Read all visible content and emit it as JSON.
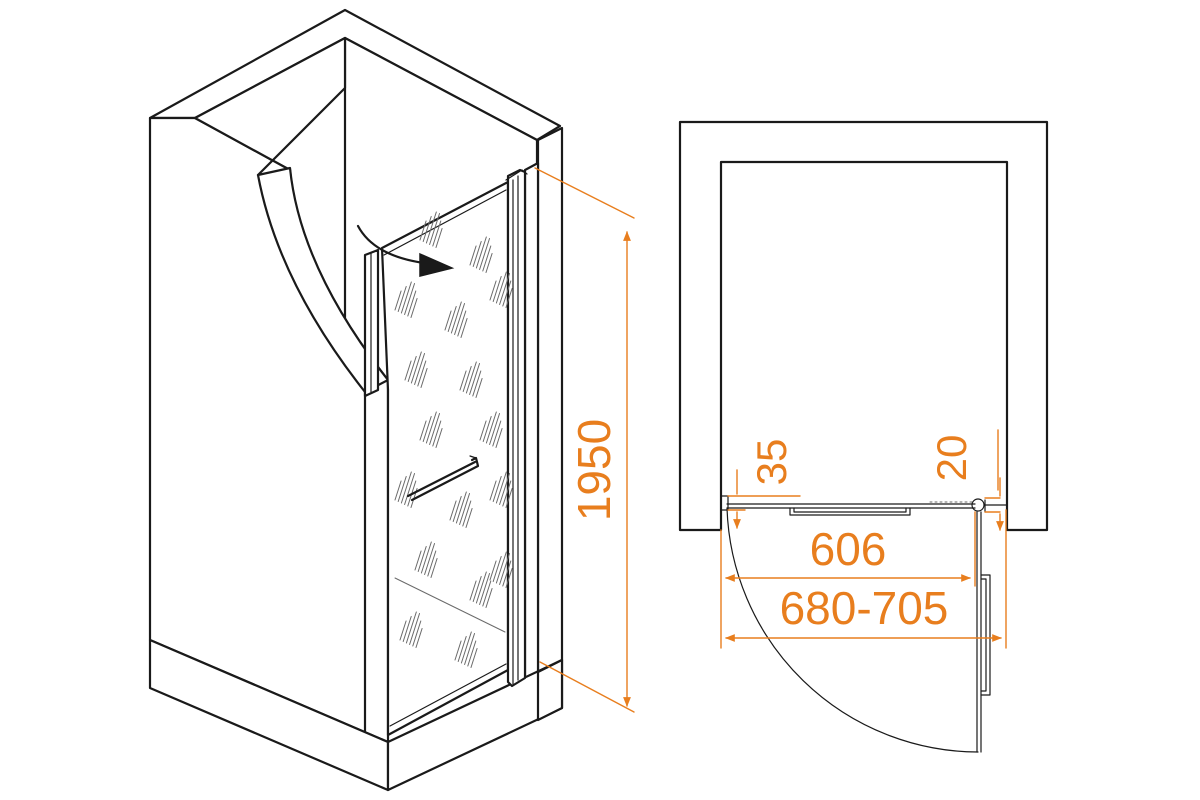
{
  "dimensions": {
    "height": "1950",
    "gap_left": "35",
    "gap_right": "20",
    "door_width": "606",
    "total_width": "680-705"
  },
  "colors": {
    "dimension": "#e87e1e",
    "outline": "#1a1a1a"
  },
  "icons": {
    "swing_arrow": "swing-arrow-icon"
  }
}
